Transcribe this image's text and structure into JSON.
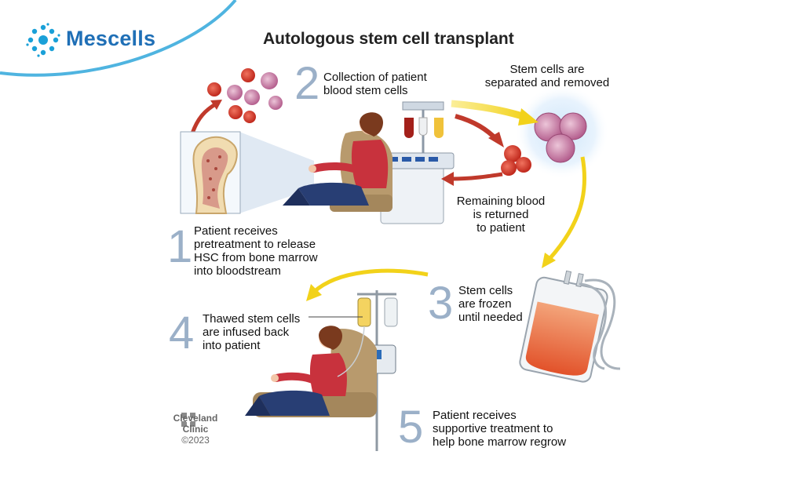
{
  "brand": {
    "name": "Mescells",
    "accent": "#1f6fb6"
  },
  "title": "Autologous stem cell transplant",
  "steps": [
    {
      "number": "1",
      "lines": [
        "Patient receives",
        "pretreatment to release",
        "HSC from bone marrow",
        "into bloodstream"
      ]
    },
    {
      "number": "2",
      "lines": [
        "Collection of patient",
        "blood stem cells"
      ]
    },
    {
      "number": "3",
      "lines": [
        "Stem cells",
        "are frozen",
        "until needed"
      ]
    },
    {
      "number": "4",
      "lines": [
        "Thawed stem cells",
        "are infused back",
        "into patient"
      ]
    },
    {
      "number": "5",
      "lines": [
        "Patient receives",
        "supportive treatment to",
        "help bone marrow regrow"
      ]
    }
  ],
  "notes": {
    "separated": [
      "Stem cells are",
      "separated and removed"
    ],
    "returned": [
      "Remaining blood",
      "is returned",
      "to patient"
    ]
  },
  "credit": {
    "org_line1": "Cleveland",
    "org_line2": "Clinic",
    "year": "©2023"
  },
  "colors": {
    "arrow_yellow": "#f2d21a",
    "arrow_red": "#c0392b",
    "number": "#9bb0c8"
  }
}
